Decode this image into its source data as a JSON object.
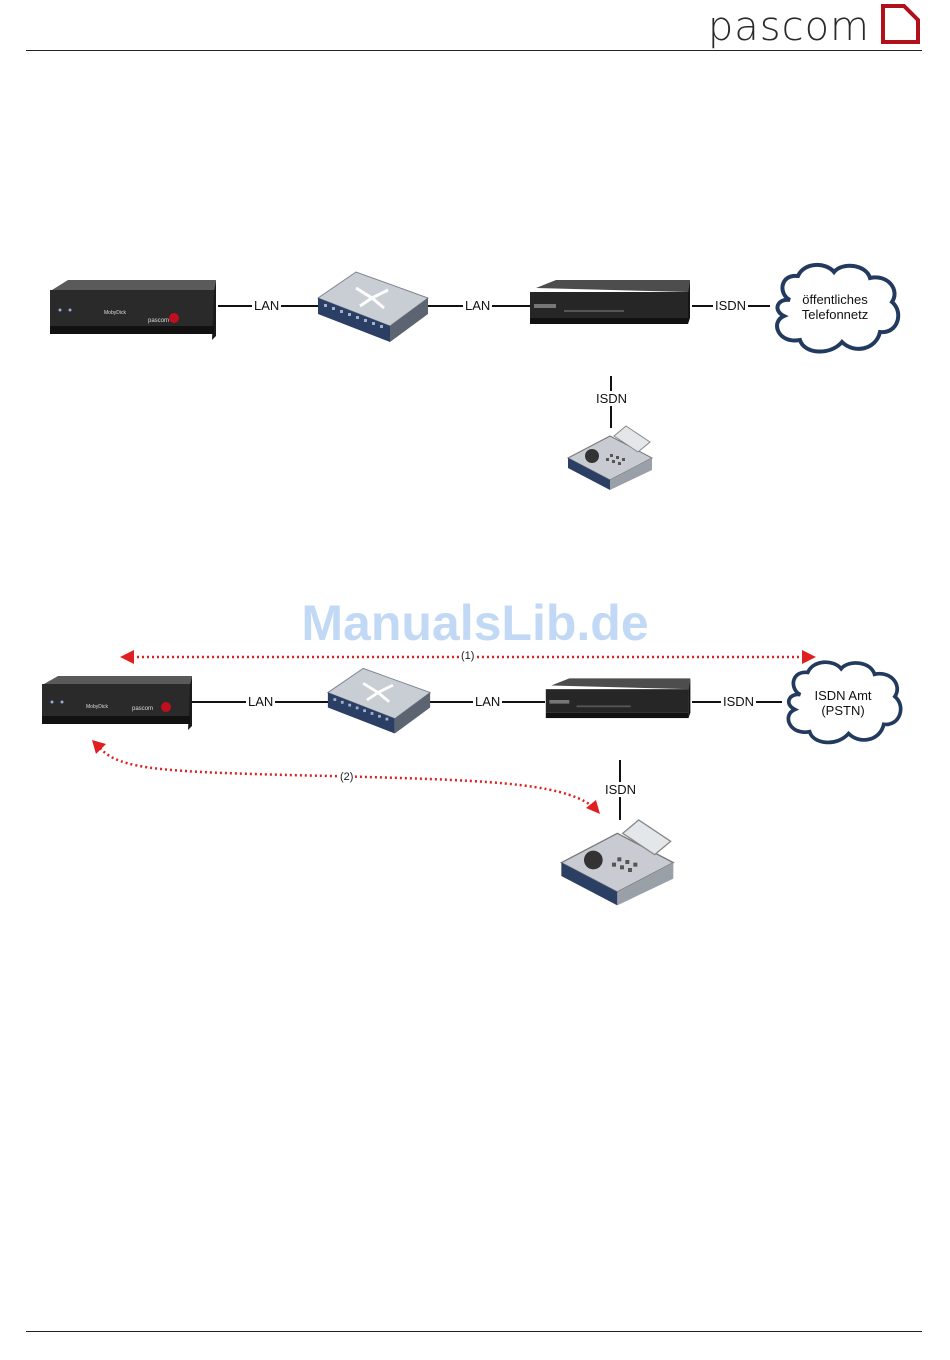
{
  "brand": {
    "logo_text": "pascom",
    "logo_color": "#b0101a"
  },
  "watermark": "ManualsLib.de",
  "diagram1": {
    "labels": {
      "lan1": "LAN",
      "lan2": "LAN",
      "isdn_right": "ISDN",
      "isdn_down": "ISDN"
    },
    "cloud_line1": "öffentliches",
    "cloud_line2": "Telefonnetz"
  },
  "diagram2": {
    "labels": {
      "lan1": "LAN",
      "lan2": "LAN",
      "isdn_right": "ISDN",
      "isdn_down": "ISDN"
    },
    "cloud_line1": "ISDN Amt",
    "cloud_line2": "(PSTN)",
    "path1_label": "(1)",
    "path2_label": "(2)",
    "arrow_color": "#e02020"
  }
}
